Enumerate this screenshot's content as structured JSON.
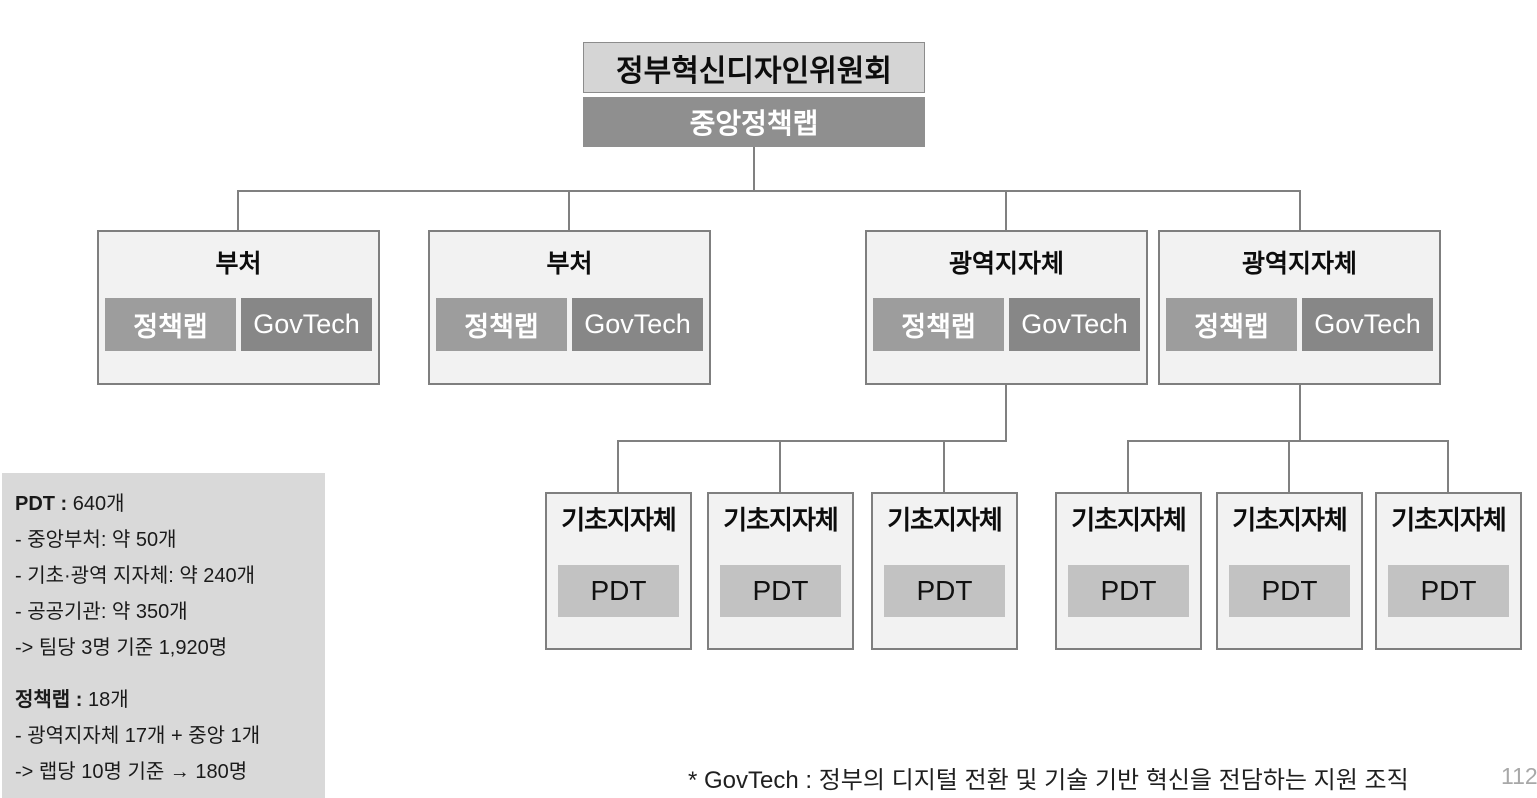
{
  "root": {
    "title": "정부혁신디자인위원회",
    "sub": "중앙정책랩"
  },
  "level2": [
    {
      "title": "부처",
      "policy_lab": "정책랩",
      "govtech": "GovTech"
    },
    {
      "title": "부처",
      "policy_lab": "정책랩",
      "govtech": "GovTech"
    },
    {
      "title": "광역지자체",
      "policy_lab": "정책랩",
      "govtech": "GovTech"
    },
    {
      "title": "광역지자체",
      "policy_lab": "정책랩",
      "govtech": "GovTech"
    }
  ],
  "level3": [
    {
      "title": "기초지자체",
      "team": "PDT"
    },
    {
      "title": "기초지자체",
      "team": "PDT"
    },
    {
      "title": "기초지자체",
      "team": "PDT"
    },
    {
      "title": "기초지자체",
      "team": "PDT"
    },
    {
      "title": "기초지자체",
      "team": "PDT"
    },
    {
      "title": "기초지자체",
      "team": "PDT"
    }
  ],
  "summary": {
    "sections": [
      {
        "heading_bold": "PDT :",
        "heading_rest": "640개",
        "lines": [
          "- 중앙부처: 약 50개",
          "- 기초·광역 지자체: 약 240개",
          "- 공공기관: 약 350개",
          "-> 팀당 3명 기준 1,920명"
        ]
      },
      {
        "heading_bold": "정책랩 :",
        "heading_rest": "18개",
        "lines": [
          "- 광역지자체 17개 + 중앙 1개",
          "-> 랩당 10명 기준 → 180명"
        ]
      }
    ]
  },
  "footnote": "* GovTech : 정부의 디지털 전환 및 기술 기반 혁신을 전담하는 지원 조직",
  "page_number": "112",
  "colors": {
    "root_title_bg": "#d5d5d5",
    "root_sub_bg": "#8f8f8f",
    "node_bg": "#f2f2f2",
    "node_border": "#7f7f7f",
    "policy_lab_bg": "#9d9d9d",
    "govtech_bg": "#878787",
    "pdt_bg": "#c2c2c2",
    "panel_bg": "#d9d9d9",
    "connector": "#808080",
    "page_number": "#a8a8a8"
  }
}
